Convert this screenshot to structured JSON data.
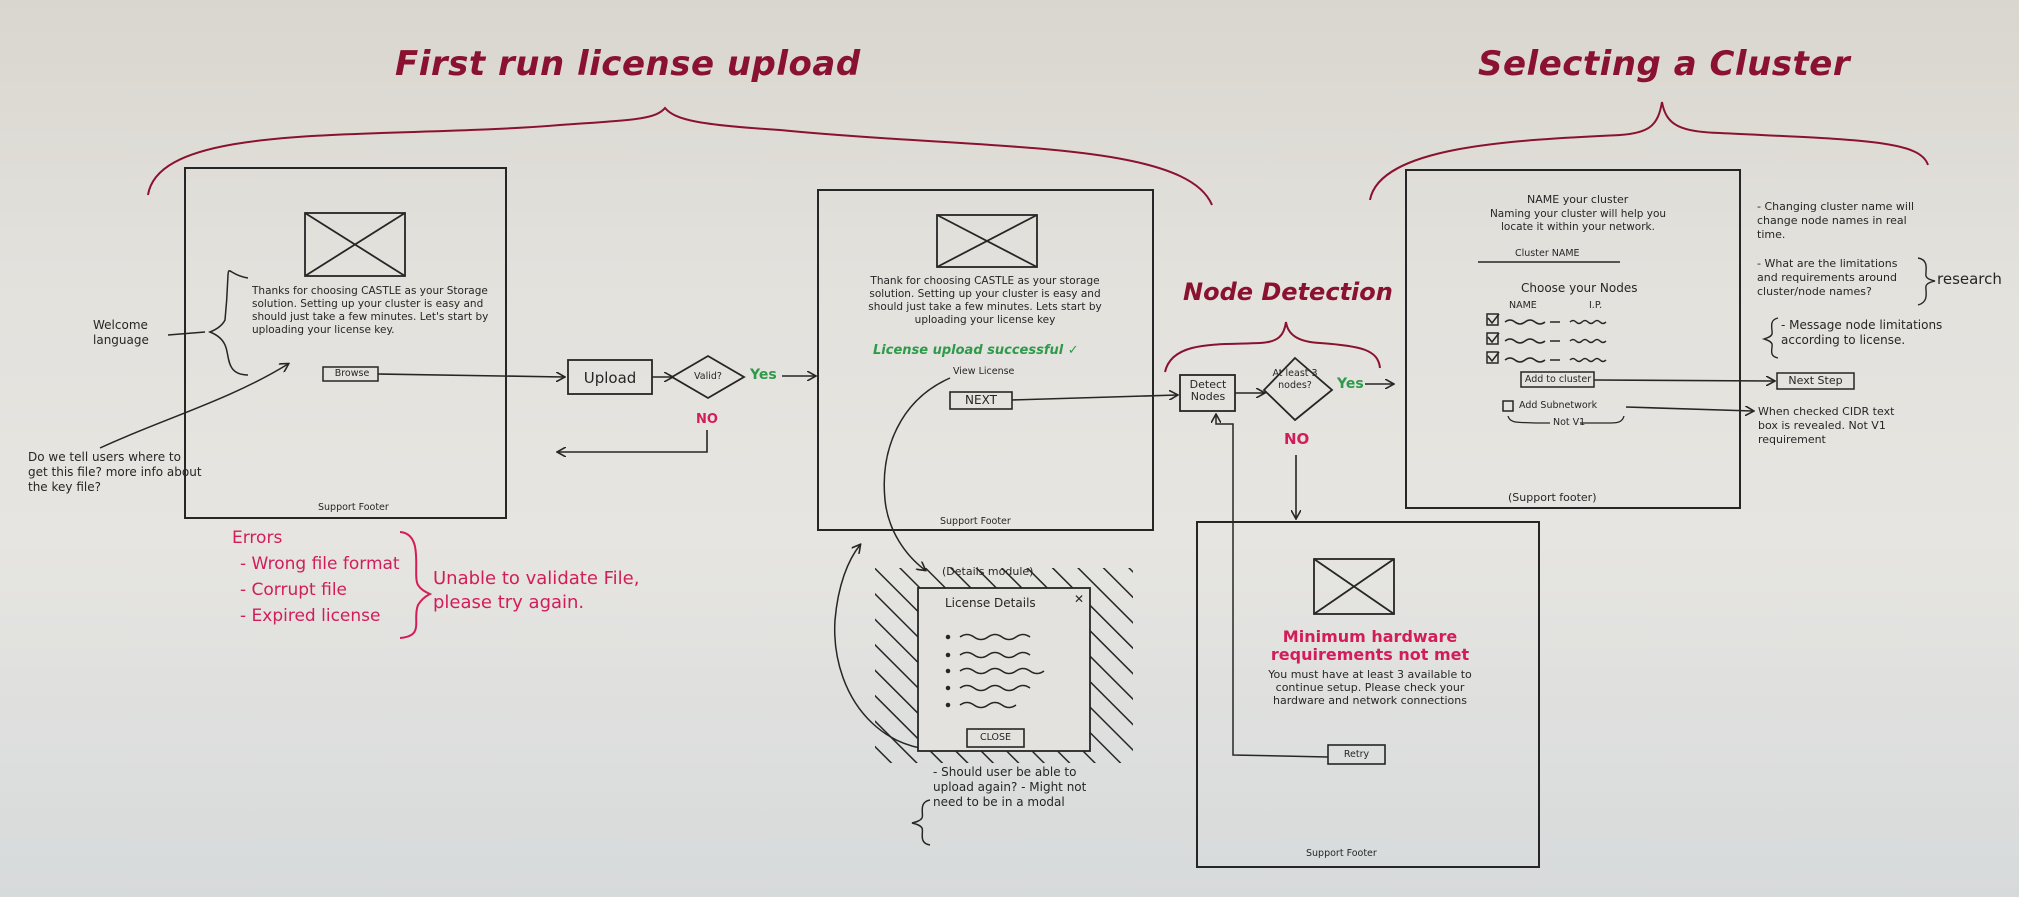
{
  "sections": {
    "first_run": "First run license upload",
    "selecting_cluster": "Selecting a Cluster",
    "node_detection": "Node Detection"
  },
  "screen1": {
    "welcome_text": "Thanks for choosing CASTLE as your Storage solution. Setting up your cluster is easy and should just take a few minutes. Let's start by uploading your license key.",
    "browse_button": "Browse",
    "footer": "Support Footer",
    "annotation_welcome": "Welcome language",
    "annotation_question": "Do we tell users where to get this file? more info about the key file?"
  },
  "flow1": {
    "upload": "Upload",
    "valid": "Valid?",
    "yes": "Yes",
    "no": "NO"
  },
  "errors": {
    "heading": "Errors",
    "items": [
      "- Wrong file format",
      "- Corrupt file",
      "- Expired license"
    ],
    "message": "Unable to validate File, please try again."
  },
  "screen2": {
    "welcome_text": "Thank for choosing CASTLE as your storage solution. Setting up your cluster is easy and should just take a few minutes. Lets start by uploading your license key",
    "success": "License upload successful ✓",
    "view_license": "View License",
    "next_button": "NEXT",
    "footer": "Support Footer"
  },
  "details_modal": {
    "label": "(Details module)",
    "title": "License Details",
    "close_x": "✕",
    "close_button": "CLOSE",
    "note": "- Should user be able to upload again? - Might not need to be in a modal"
  },
  "node_flow": {
    "detect": "Detect Nodes",
    "decision": "At least 3 nodes?",
    "yes": "Yes",
    "no": "NO"
  },
  "screen4": {
    "warning": "Minimum hardware requirements not met",
    "message": "You must have at least 3 available to continue setup. Please check your hardware and network connections",
    "retry_button": "Retry",
    "footer": "Support Footer"
  },
  "screen3": {
    "heading": "NAME your cluster",
    "subtext": "Naming your cluster will help you locate it within your network.",
    "cluster_label": "Cluster NAME",
    "choose_nodes": "Choose your Nodes",
    "col_name": "NAME",
    "col_ip": "I.P.",
    "add_button": "Add to cluster",
    "subnet_label": "Add Subnetwork",
    "not_v1": "Not V1",
    "footer": "(Support footer)"
  },
  "right_notes": {
    "note1": "- Changing cluster name will change node names in real time.",
    "note2": "- What are the limitations and requirements around cluster/node names?",
    "research": "research",
    "note3": "- Message node limitations according to license.",
    "next_step": "Next Step",
    "note4": "When checked CIDR text box is revealed. Not V1 requirement"
  },
  "colors": {
    "ink": "#262626",
    "maroon": "#8a1230",
    "pink": "#d21d5a",
    "green": "#2e9a4a"
  }
}
